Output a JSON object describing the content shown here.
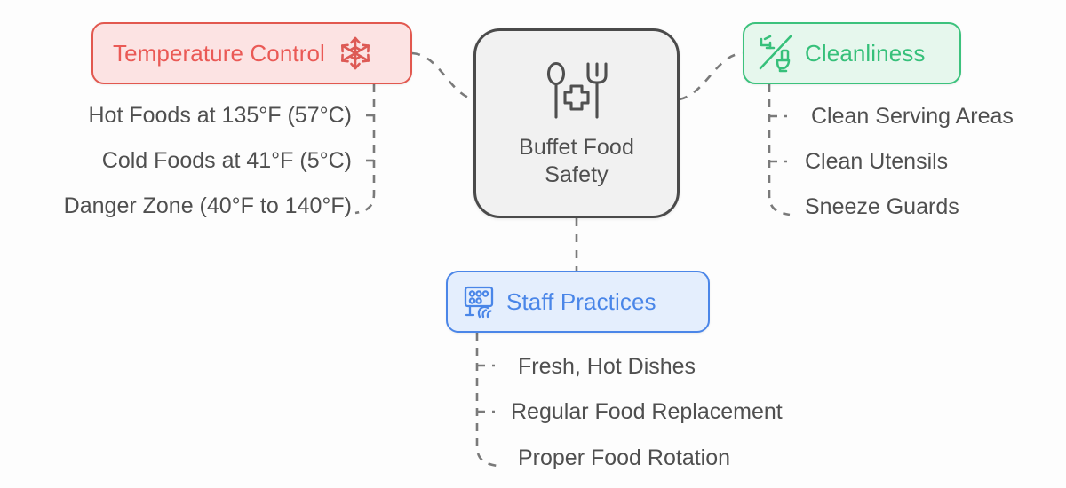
{
  "diagram": {
    "type": "mind-map",
    "background_color": "#fdfdfd",
    "center": {
      "label_line1": "Buffet Food",
      "label_line2": "Safety",
      "icon": "spoon-fork-medical-cross-icon",
      "fill_color": "#f1f1f1",
      "border_color": "#4a4a4a",
      "text_color": "#4f4f4f"
    },
    "branches": [
      {
        "id": "temperature",
        "label": "Temperature Control",
        "icon": "snowflake-icon",
        "icon_side": "right",
        "accent_color": "#ea5a56",
        "border_color": "#e2584f",
        "fill_color": "#fce3e3",
        "side": "left",
        "children": [
          "Hot Foods at 135°F (57°C)",
          "Cold Foods at 41°F (5°C)",
          "Danger Zone (40°F to 140°F)"
        ]
      },
      {
        "id": "cleanliness",
        "label": "Cleanliness",
        "icon": "faucet-toilet-sanitation-icon",
        "icon_side": "left",
        "accent_color": "#36c07a",
        "border_color": "#3cc27d",
        "fill_color": "#e6f7ed",
        "side": "right",
        "children": [
          "Clean Serving Areas",
          "Clean Utensils",
          "Sneeze Guards"
        ]
      },
      {
        "id": "staff",
        "label": "Staff Practices",
        "icon": "hand-touch-panel-icon",
        "icon_side": "left",
        "accent_color": "#4a86e8",
        "border_color": "#4b86e8",
        "fill_color": "#e4eefd",
        "side": "bottom",
        "children": [
          "Fresh, Hot Dishes",
          "Regular Food Replacement",
          "Proper Food Rotation"
        ]
      }
    ],
    "connector": {
      "style": "dashed",
      "color": "#7a7a7a"
    }
  }
}
